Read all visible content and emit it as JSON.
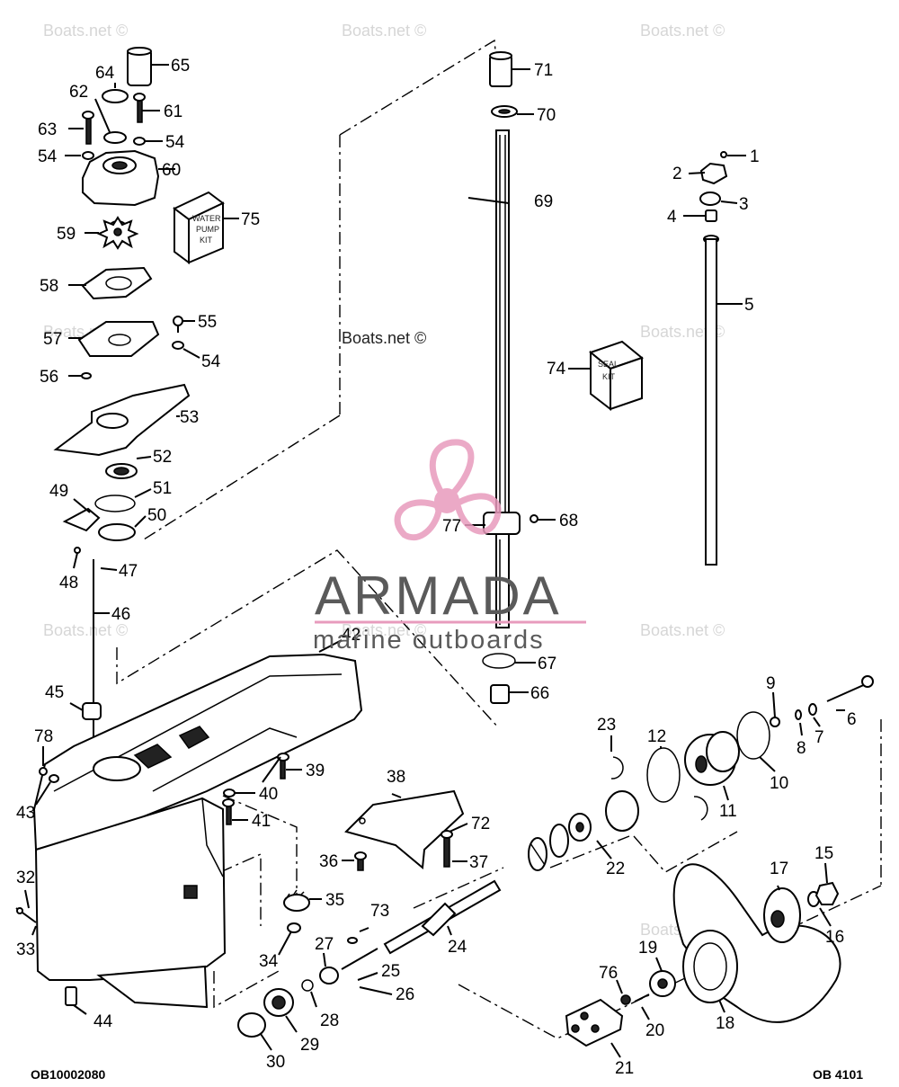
{
  "watermarks": {
    "site": "Boats.net ©"
  },
  "logo": {
    "name": "ARMADA",
    "tagline": "marine outboards",
    "colors": {
      "pink": "#e89bbd",
      "pink_dark": "#d96aa0",
      "gray": "#5a5a5a"
    }
  },
  "kits": {
    "water_pump": [
      "WATER",
      "PUMP",
      "KIT"
    ],
    "seal": [
      "SEAL",
      "KIT"
    ]
  },
  "identifiers": {
    "left": "OB10002080",
    "right": "OB 4101"
  },
  "callouts": {
    "c1": "1",
    "c2": "2",
    "c3": "3",
    "c4": "4",
    "c5": "5",
    "c6": "6",
    "c7": "7",
    "c8": "8",
    "c9": "9",
    "c10": "10",
    "c11": "11",
    "c12": "12",
    "c15": "15",
    "c16": "16",
    "c17": "17",
    "c18": "18",
    "c19": "19",
    "c20": "20",
    "c21": "21",
    "c22": "22",
    "c23": "23",
    "c24": "24",
    "c25": "25",
    "c26": "26",
    "c27": "27",
    "c28": "28",
    "c29": "29",
    "c30": "30",
    "c32": "32",
    "c33": "33",
    "c34": "34",
    "c35": "35",
    "c36": "36",
    "c37": "37",
    "c38": "38",
    "c39": "39",
    "c40": "40",
    "c41": "41",
    "c42": "42",
    "c43": "43",
    "c44": "44",
    "c45": "45",
    "c46": "46",
    "c47": "47",
    "c48": "48",
    "c49": "49",
    "c50": "50",
    "c51": "51",
    "c52": "52",
    "c53": "53",
    "c54": "54",
    "c55": "55",
    "c56": "56",
    "c57": "57",
    "c58": "58",
    "c59": "59",
    "c60": "60",
    "c61": "61",
    "c62": "62",
    "c63": "63",
    "c64": "64",
    "c65": "65",
    "c66": "66",
    "c67": "67",
    "c68": "68",
    "c69": "69",
    "c70": "70",
    "c71": "71",
    "c72": "72",
    "c73": "73",
    "c74": "74",
    "c75": "75",
    "c76": "76",
    "c77": "77",
    "c78": "78"
  }
}
